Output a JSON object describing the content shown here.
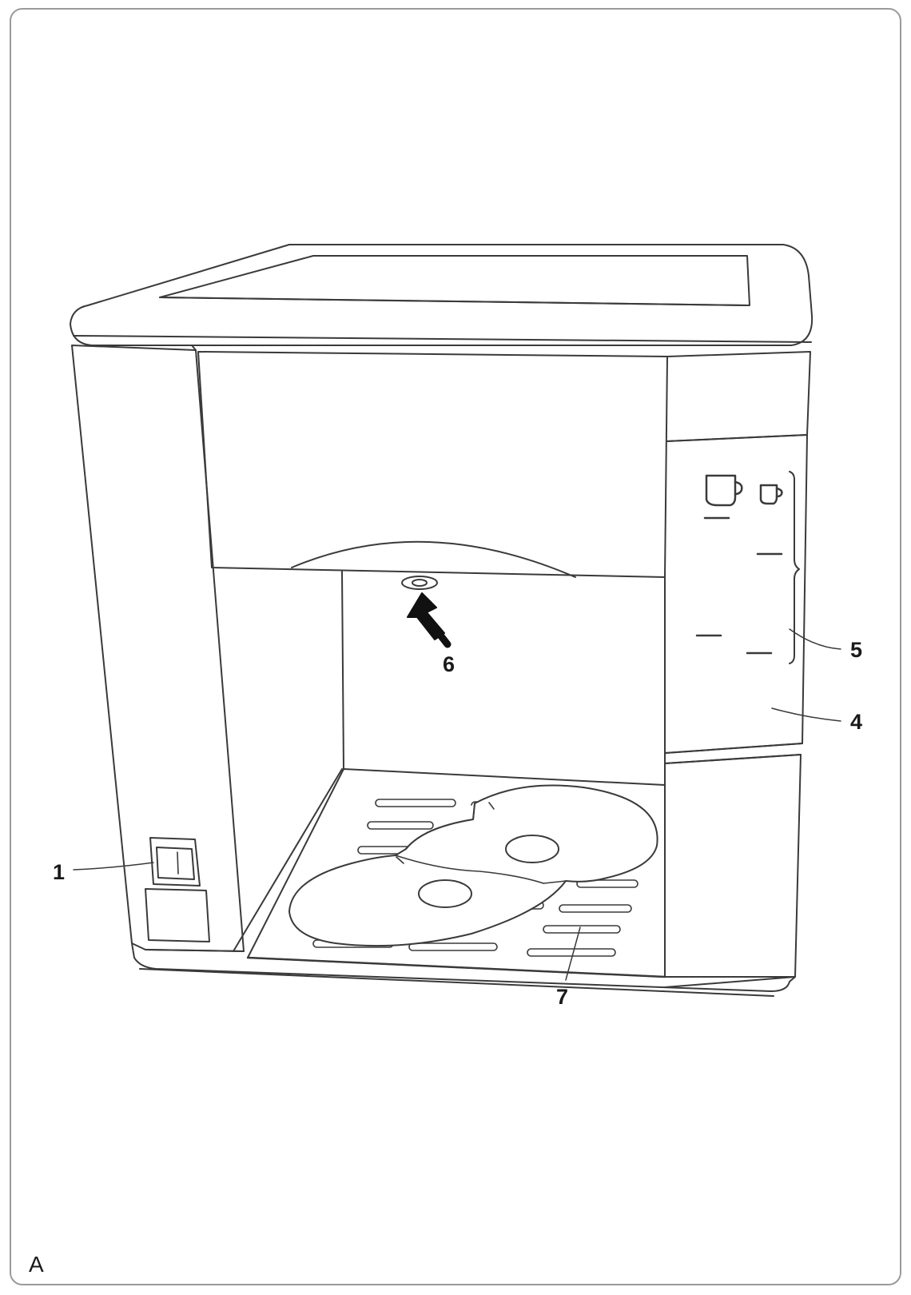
{
  "figure": {
    "letter": "A",
    "line_color": "#3a3a3a",
    "arrow_color": "#111111",
    "callouts": [
      {
        "id": "1",
        "label": "1"
      },
      {
        "id": "4",
        "label": "4"
      },
      {
        "id": "5",
        "label": "5"
      },
      {
        "id": "6",
        "label": "6"
      },
      {
        "id": "7",
        "label": "7"
      }
    ],
    "parts": {
      "power-switch": "power-switch",
      "control-panel": "control-panel",
      "cup-size-buttons": "cup-size-buttons",
      "dispenser-outlet": "dispenser-outlet",
      "drip-tray": "drip-tray",
      "cup-icons": [
        "large-cup-icon",
        "small-cup-icon"
      ]
    }
  }
}
